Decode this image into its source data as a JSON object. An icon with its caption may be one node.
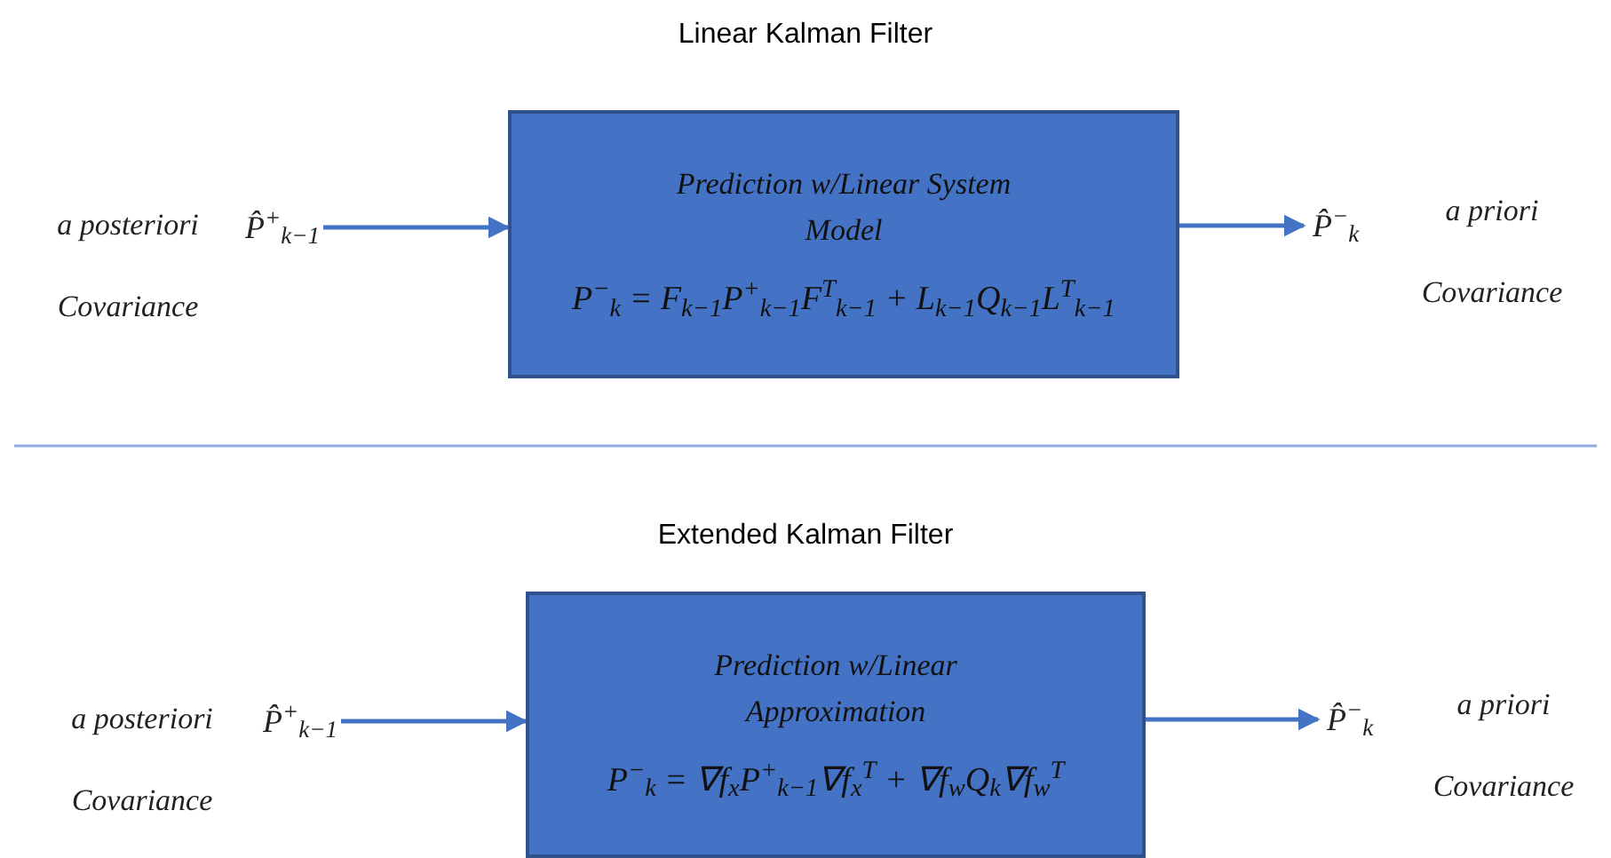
{
  "diagram": {
    "nodes": [
      {
        "text": [
          "P̂$^{+}$$_{k−1}$"
        ],
        "beside": [
          "a posteriori Covariance"
        ]
      },
      {
        "text": [
          "Prediction w/Linear System Model",
          "P$^{−}$$_{k}$ = F$_{k−1}$P$^{+}$$_{k−1}$F$^{T}$$_{k−1}$ + L$_{k−1}$Q$_{k−1}$L$^{T}$$_{k−1}$"
        ]
      },
      {
        "text": [
          "P̂$^{−}$$_{k}$"
        ],
        "beside": [
          "a priori Covariance"
        ]
      },
      {
        "text": [
          "P̂$^{+}$$_{k−1}$"
        ],
        "beside": [
          "a posteriori Covariance"
        ]
      },
      {
        "text": [
          "Prediction w/Linear Approximation",
          "P$^{−}$$_{k}$ = ∇f$_{x}$P$^{+}$$_{k−1}$∇f$_{x}$$^{T}$ + ∇f$_{w}$Q$_{k}$∇f$_{w}$$^{T}$"
        ]
      },
      {
        "text": [
          "P̂$^{−}$$_{k}$"
        ],
        "beside": [
          "a priori Covariance"
        ]
      }
    ],
    "edges": [
      {
        "from": 0,
        "to": 1,
        "arrow": "to"
      },
      {
        "from": 1,
        "to": 2,
        "arrow": "to"
      },
      {
        "from": 3,
        "to": 4,
        "arrow": "to"
      },
      {
        "from": 4,
        "to": 5,
        "arrow": "to"
      }
    ],
    "labels": [
      "Linear Kalman Filter",
      "Extended Kalman Filter"
    ]
  }
}
